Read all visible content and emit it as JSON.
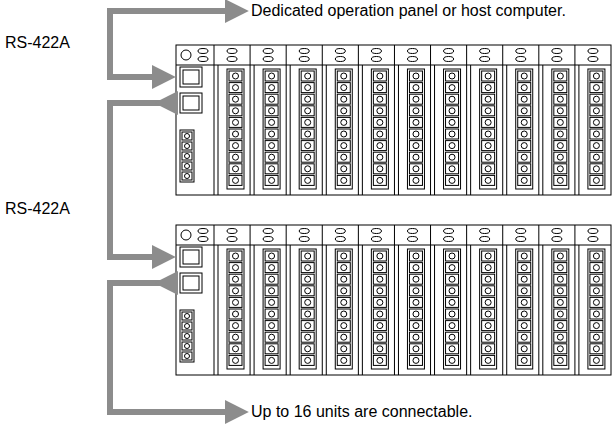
{
  "diagram": {
    "labels": [
      "Dedicated operation panel or host computer.",
      "RS-422A",
      "RS-422A",
      "Up to 16 units are connectable."
    ]
  }
}
